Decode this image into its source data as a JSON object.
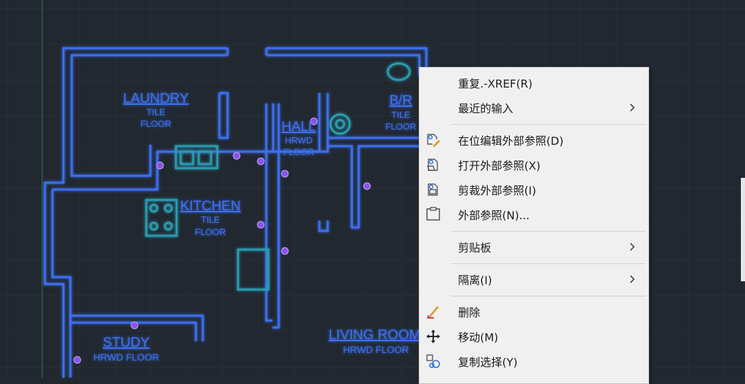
{
  "drawing": {
    "rooms": [
      {
        "name": "LAUNDRY",
        "line1": "TILE",
        "line2": "FLOOR"
      },
      {
        "name": "B/R",
        "line1": "TILE",
        "line2": "FLOOR"
      },
      {
        "name": "HALL",
        "line1": "HRWD",
        "line2": "FLOOR"
      },
      {
        "name": "KITCHEN",
        "line1": "TILE",
        "line2": "FLOOR"
      },
      {
        "name": "STUDY",
        "line1": "HRWD FLOOR"
      },
      {
        "name": "LIVING ROOM",
        "line1": "HRWD FLOOR"
      }
    ],
    "colors": {
      "wall": "#3d6ff0",
      "fixture": "#2a9bb0",
      "grip": "#8a55e6",
      "background": "#212830"
    }
  },
  "context_menu": {
    "items": [
      {
        "label": "重复.-XREF(R)",
        "icon": null,
        "submenu": false
      },
      {
        "label": "最近的输入",
        "icon": null,
        "submenu": true
      },
      {
        "label": "在位编辑外部参照(D)",
        "icon": "xref-edit-icon",
        "submenu": false
      },
      {
        "label": "打开外部参照(X)",
        "icon": "xref-open-icon",
        "submenu": false
      },
      {
        "label": "剪裁外部参照(I)",
        "icon": "xref-clip-icon",
        "submenu": false
      },
      {
        "label": "外部参照(N)...",
        "icon": "xref-palette-icon",
        "submenu": false
      },
      {
        "label": "剪贴板",
        "icon": null,
        "submenu": true
      },
      {
        "label": "隔离(I)",
        "icon": null,
        "submenu": true
      },
      {
        "label": "删除",
        "icon": "erase-icon",
        "submenu": false
      },
      {
        "label": "移动(M)",
        "icon": "move-icon",
        "submenu": false
      },
      {
        "label": "复制选择(Y)",
        "icon": "copy-selection-icon",
        "submenu": false
      }
    ]
  }
}
